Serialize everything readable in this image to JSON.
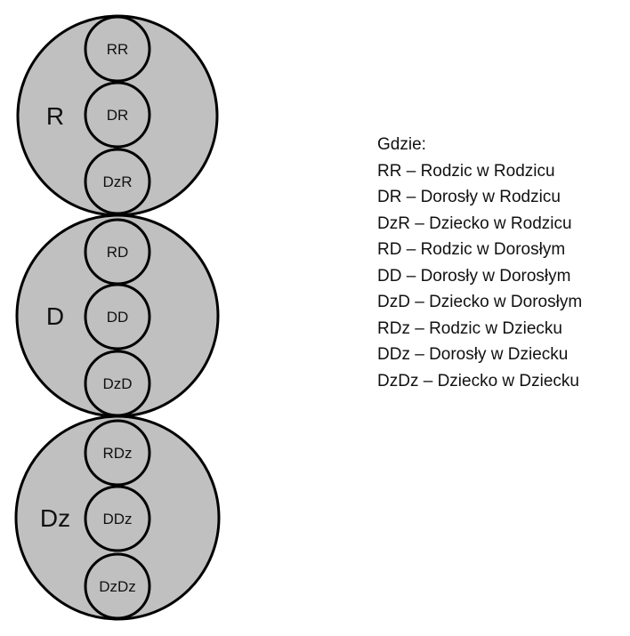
{
  "diagram": {
    "fill_color": "#c0c0c0",
    "stroke_color": "#000000",
    "states": [
      {
        "label": "R",
        "substates": [
          "RR",
          "DR",
          "DzR"
        ]
      },
      {
        "label": "D",
        "substates": [
          "RD",
          "DD",
          "DzD"
        ]
      },
      {
        "label": "Dz",
        "substates": [
          "RDz",
          "DDz",
          "DzDz"
        ]
      }
    ]
  },
  "legend": {
    "title": "Gdzie:",
    "entries": [
      "RR –  Rodzic w Rodzicu",
      "DR – Dorosły w Rodzicu",
      "DzR – Dziecko w Rodzicu",
      "RD – Rodzic w Dorosłym",
      "DD – Dorosły w Dorosłym",
      "DzD – Dziecko w Dorosłym",
      "RDz – Rodzic w Dziecku",
      "DDz – Dorosły w Dziecku",
      "DzDz – Dziecko w Dziecku"
    ]
  }
}
